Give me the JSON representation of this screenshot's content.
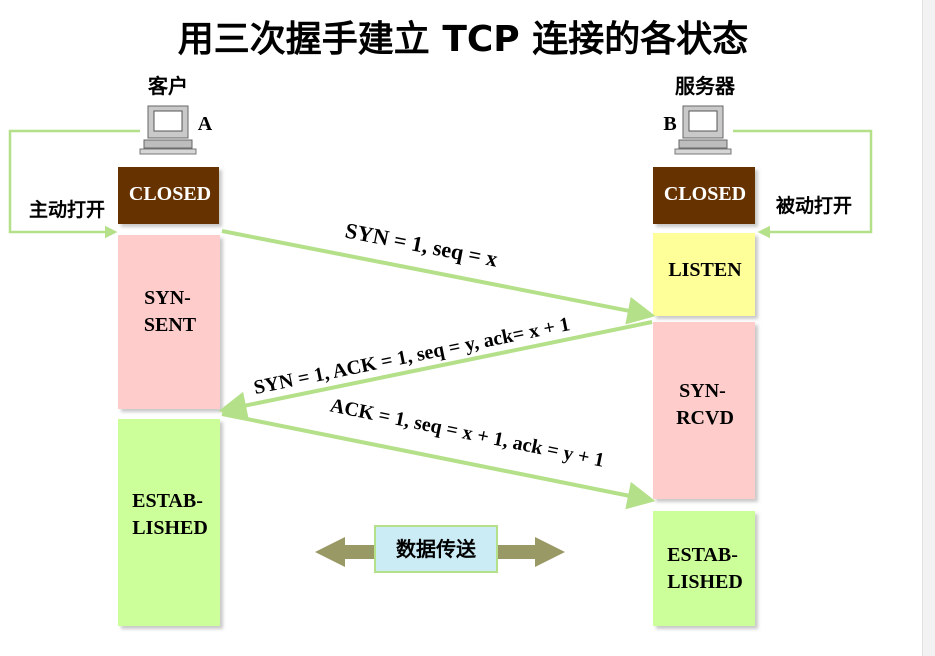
{
  "title": "用三次握手建立 TCP 连接的各状态",
  "client": {
    "role_label": "客户",
    "host_letter": "A",
    "passive_label": "主动打开"
  },
  "server": {
    "role_label": "服务器",
    "host_letter": "B",
    "passive_label": "被动打开"
  },
  "client_states": {
    "closed": "CLOSED",
    "syn_sent": [
      "SYN-",
      "SENT"
    ],
    "established": [
      "ESTAB-",
      "LISHED"
    ]
  },
  "server_states": {
    "closed": "CLOSED",
    "listen": "LISTEN",
    "syn_rcvd": [
      "SYN-",
      "RCVD"
    ],
    "established": [
      "ESTAB-",
      "LISHED"
    ]
  },
  "messages": {
    "syn": "SYN = 1, seq = x",
    "syn_ack": "SYN = 1, ACK = 1, seq = y, ack= x + 1",
    "ack": "ACK = 1, seq = x + 1, ack = y + 1"
  },
  "data_transfer": "数据传送",
  "colors": {
    "closed_fill": "#663300",
    "syn_fill": "#ffcccc",
    "established_fill": "#ccff99",
    "listen_fill": "#ffff99",
    "arrow": "#b5e08a",
    "data_arrow": "#999966",
    "data_box": "#ccecf5"
  }
}
